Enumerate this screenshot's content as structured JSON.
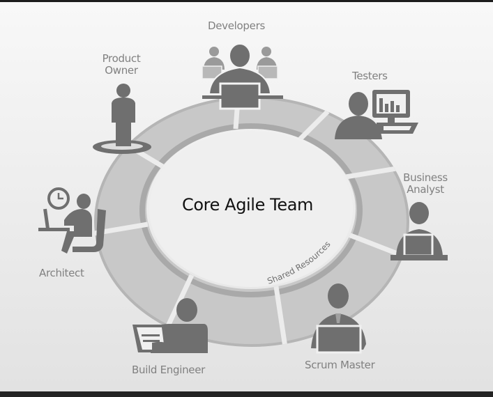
{
  "diagram": {
    "title": "Core Agile Team",
    "ring_label": "Shared Resources",
    "colors": {
      "background_top": "#f8f8f8",
      "background_bottom": "#e2e2e2",
      "segment_fill": "#c6c6c6",
      "segment_shadow": "#a8a8a8",
      "icon_fill": "#6f6f6f",
      "label_text": "#808080",
      "title_text": "#111111",
      "frame_bar": "#1e1e1e"
    },
    "roles": [
      {
        "id": "developers",
        "label": "Developers",
        "icon": "developers-team-icon"
      },
      {
        "id": "testers",
        "label": "Testers",
        "icon": "tester-with-chart-monitor-icon"
      },
      {
        "id": "business-analyst",
        "label_line1": "Business",
        "label_line2": "Analyst",
        "icon": "analyst-laptop-icon"
      },
      {
        "id": "scrum-master",
        "label": "Scrum Master",
        "icon": "scrum-master-laptop-icon"
      },
      {
        "id": "build-engineer",
        "label": "Build Engineer",
        "icon": "engineer-document-icon"
      },
      {
        "id": "architect",
        "label": "Architect",
        "icon": "architect-desk-clock-icon"
      },
      {
        "id": "product-owner",
        "label_line1": "Product",
        "label_line2": "Owner",
        "icon": "product-owner-pedestal-icon"
      }
    ],
    "segment_count": 8
  }
}
